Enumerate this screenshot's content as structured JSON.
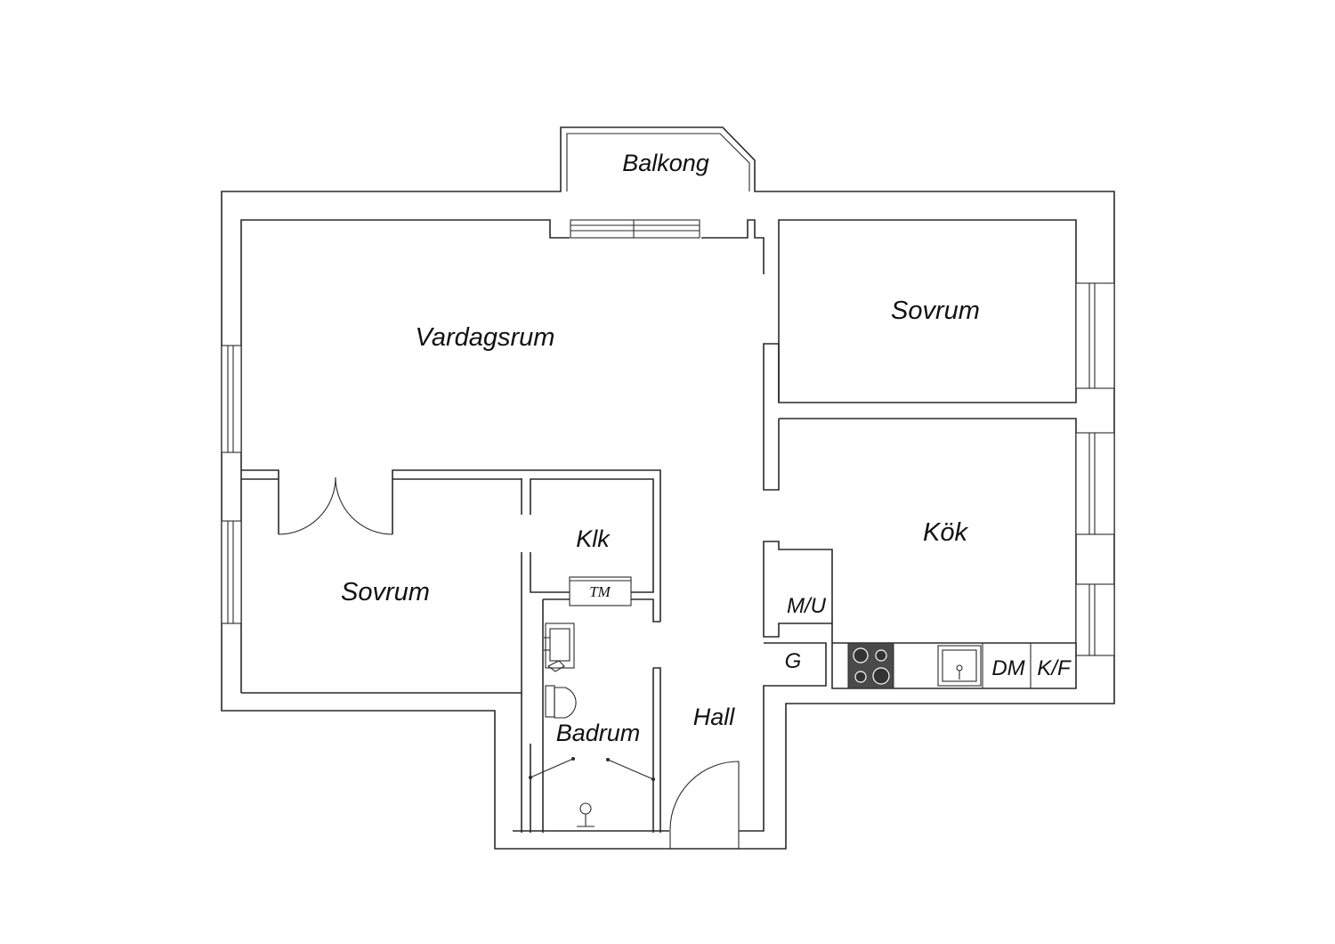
{
  "colors": {
    "line": "#2a2a2a",
    "background": "#ffffff",
    "stove": "#4a4a4a"
  },
  "rooms": {
    "balcony": "Balkong",
    "living_room": "Vardagsrum",
    "bedroom_right": "Sovrum",
    "bedroom_left": "Sovrum",
    "kitchen": "Kök",
    "closet": "Klk",
    "bathroom": "Badrum",
    "hall": "Hall"
  },
  "fixtures": {
    "washer_dryer": "TM",
    "microwave": "M/U",
    "wardrobe": "G",
    "dishwasher": "DM",
    "fridge_freezer": "K/F"
  },
  "icons": [
    "stove-icon",
    "sink-icon",
    "toilet-icon",
    "washbasin-icon",
    "shower-icon"
  ]
}
